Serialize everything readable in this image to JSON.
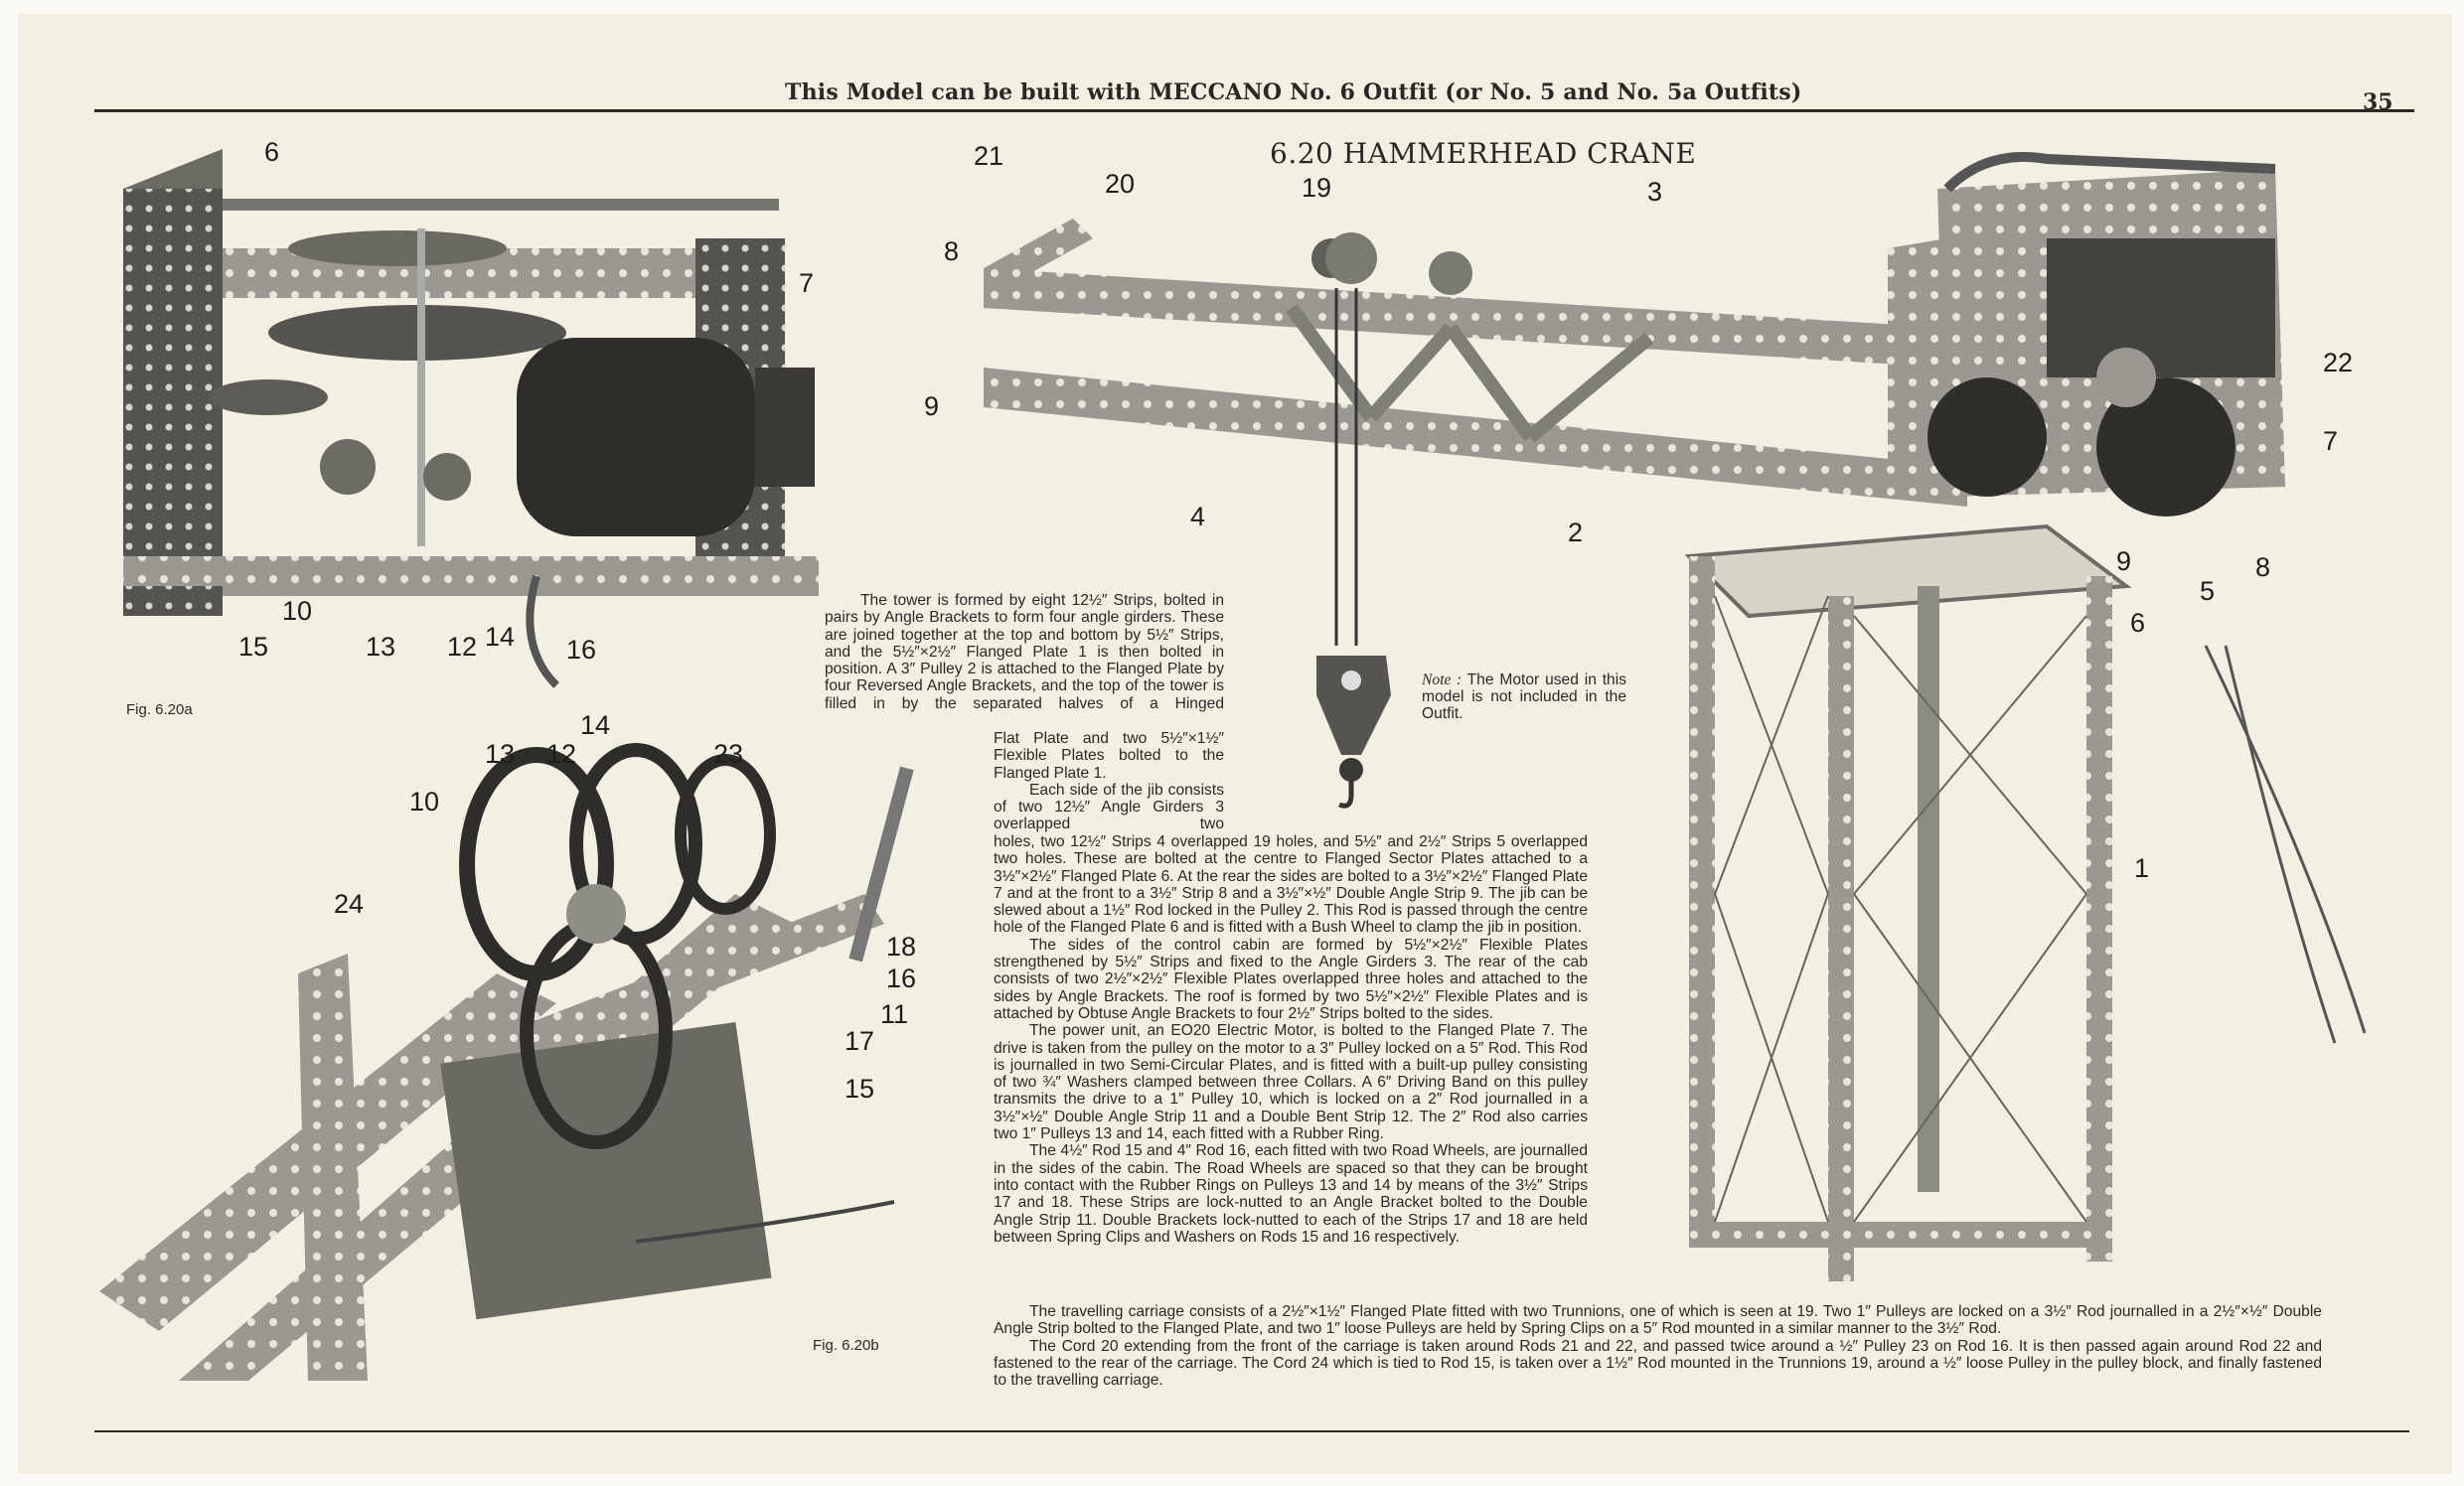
{
  "header": {
    "outfit_line": "This Model can be built with MECCANO No. 6 Outfit (or No. 5 and No. 5a Outfits)",
    "page_number": "35"
  },
  "model_title": "6.20  HAMMERHEAD CRANE",
  "figures": {
    "fig_a_caption": "Fig. 6.20a",
    "fig_b_caption": "Fig. 6.20b"
  },
  "callouts": {
    "crane": [
      "21",
      "20",
      "19",
      "3",
      "8",
      "9",
      "4",
      "2",
      "22",
      "7",
      "9",
      "5",
      "8",
      "6",
      "1"
    ],
    "fig_a": [
      "6",
      "7",
      "10",
      "13",
      "12",
      "14",
      "15",
      "16"
    ],
    "fig_b": [
      "13",
      "12",
      "14",
      "23",
      "10",
      "24",
      "18",
      "16",
      "11",
      "17",
      "15"
    ]
  },
  "note": {
    "label": "Note :",
    "text": "The Motor used in this model is not included in the Outfit."
  },
  "body": {
    "tower_a": "The tower is formed by eight 12½″ Strips, bolted in pairs by Angle Brackets to form four angle girders. These are joined together at the top and bottom by 5½″ Strips, and the 5½″×2½″ Flanged Plate 1 is then bolted in position. A 3″ Pulley 2 is attached to the Flanged Plate by four Reversed Angle Brackets, and the top of the tower is filled in by the separated halves of a Hinged",
    "tower_b": "Flat Plate and two 5½″×1½″ Flexible Plates bolted to the Flanged Plate 1.",
    "jib_a": "Each side of the jib consists of two 12½″ Angle Girders 3 overlapped two",
    "jib_b": "holes, two 12½″ Strips 4 overlapped 19 holes, and 5½″ and 2½″ Strips 5 overlapped two holes. These are bolted at the centre to Flanged Sector Plates attached to a 3½″×2½″ Flanged Plate 6. At the rear the sides are bolted to a 3½″×2½″ Flanged Plate 7 and at the front to a 3½″ Strip 8 and a 3½″×½″ Double Angle Strip 9. The jib can be slewed about a 1½″ Rod locked in the Pulley 2. This Rod is passed through the centre hole of the Flanged Plate 6 and is fitted with a Bush Wheel to clamp the jib in position.",
    "cabin": "The sides of the control cabin are formed by 5½″×2½″ Flexible Plates strengthened by 5½″ Strips and fixed to the Angle Girders 3. The rear of the cab consists of two 2½″×2½″ Flexible Plates overlapped three holes and attached to the sides by Angle Brackets. The roof is formed by two 5½″×2½″ Flexible Plates and is attached by Obtuse Angle Brackets to four 2½″ Strips bolted to the sides.",
    "power": "The power unit, an EO20 Electric Motor, is bolted to the Flanged Plate 7. The drive is taken from the pulley on the motor to a 3″ Pulley locked on a 5″ Rod. This Rod is journalled in two Semi-Circular Plates, and is fitted with a built-up pulley consisting of two ¾″ Washers clamped between three Collars. A 6″ Driving Band on this pulley transmits the drive to a 1″ Pulley 10, which is locked on a 2″ Rod journalled in a 3½″×½″ Double Angle Strip 11 and a Double Bent Strip 12. The 2″ Rod also carries two 1″ Pulleys 13 and 14, each fitted with a Rubber Ring.",
    "rods": "The 4½″ Rod 15 and 4″ Rod 16, each fitted with two Road Wheels, are journalled in the sides of the cabin. The Road Wheels are spaced so that they can be brought into contact with the Rubber Rings on Pulleys 13 and 14 by means of the 3½″ Strips 17 and 18. These Strips are lock-nutted to an Angle Bracket bolted to the Double Angle Strip 11. Double Brackets lock-nutted to each of the Strips 17 and 18 are held between Spring Clips and Washers on Rods 15 and 16 respectively.",
    "carriage": "The travelling carriage consists of a 2½″×1½″ Flanged Plate fitted with two Trunnions, one of which is seen at 19. Two 1″ Pulleys are locked on a 3½″ Rod journalled in a 2½″×½″ Double Angle Strip bolted to the Flanged Plate, and two 1″ loose Pulleys are held by Spring Clips on a 5″ Rod mounted in a similar manner to the 3½″ Rod.",
    "cord": "The Cord 20 extending from the front of the carriage is taken around Rods 21 and 22, and passed twice around a ½″ Pulley 23 on Rod 16. It is then passed again around Rod 22 and fastened to the rear of the carriage. The Cord 24 which is tied to Rod 15, is taken over a 1½″ Rod mounted in the Trunnions 19, around a ½″ loose Pulley in the pulley block, and finally fastened to the travelling carriage."
  },
  "colors": {
    "paper": "#f2f0e3",
    "ink": "#2a2824",
    "metal": "#8a8a82",
    "dark": "#3a3935"
  }
}
